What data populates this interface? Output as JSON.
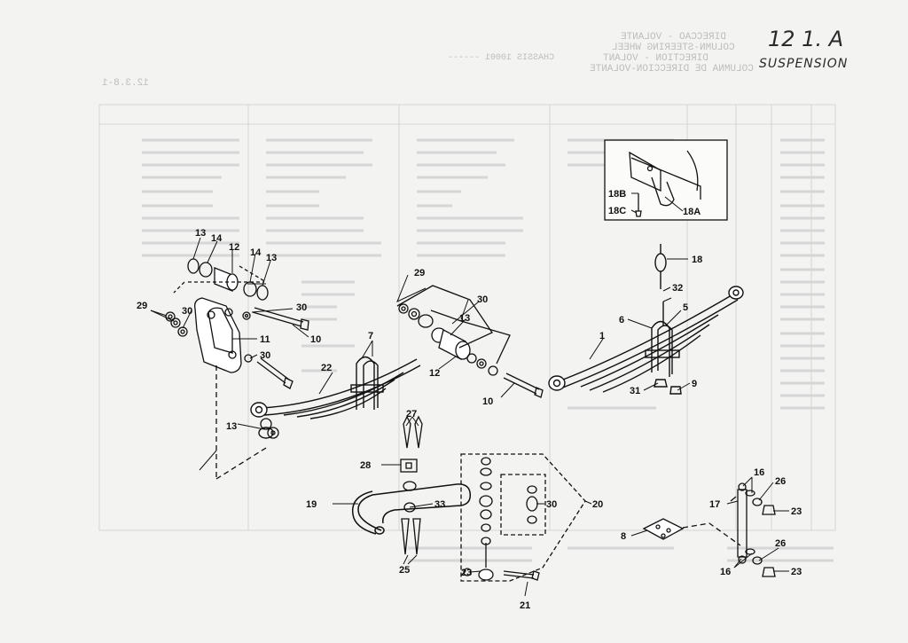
{
  "page": {
    "number": "12 1. A",
    "section": "SUSPENSION"
  },
  "bleed_through": {
    "title_lines": [
      "DIRECCAO - VOLANTE",
      "COLUMN-STEERING WHEEL",
      "DIRECTION - VOLANT",
      "COLUMNA DE DIRECCION-VOLANTE"
    ],
    "chassis": "CHASSIS 10001 ------",
    "ref": "12.3.8-1"
  },
  "callouts": {
    "c1": "1",
    "c5": "5",
    "c6": "6",
    "c7": "7",
    "c8": "8",
    "c9": "9",
    "c10a": "10",
    "c10b": "10",
    "c11": "11",
    "c12a": "12",
    "c12b": "12",
    "c13a": "13",
    "c13b": "13",
    "c13c": "13",
    "c13d": "13",
    "c14a": "14",
    "c14b": "14",
    "c16a": "16",
    "c16b": "16",
    "c17": "17",
    "c18": "18",
    "c18a": "18A",
    "c18b": "18B",
    "c18c": "18C",
    "c19": "19",
    "c20": "20",
    "c21": "21",
    "c22": "22",
    "c23a": "23",
    "c23b": "23",
    "c23c": "23",
    "c25": "25",
    "c26a": "26",
    "c26b": "26",
    "c27": "27",
    "c28": "28",
    "c29a": "29",
    "c29b": "29",
    "c30a": "30",
    "c30b": "30",
    "c30c": "30",
    "c30d": "30",
    "c30e": "30",
    "c31": "31",
    "c32": "32",
    "c33": "33"
  }
}
